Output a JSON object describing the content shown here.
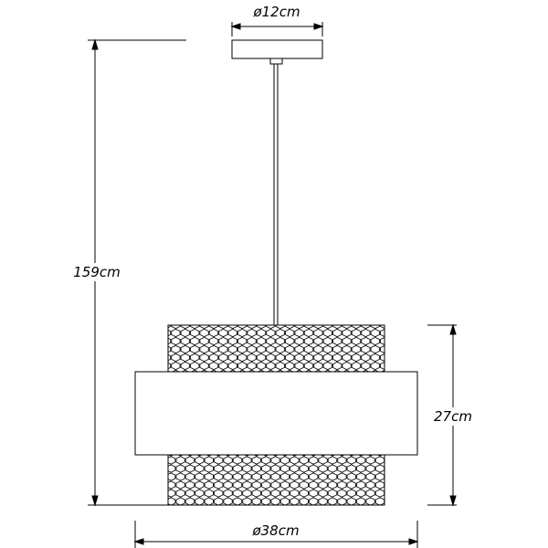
{
  "dimensions": {
    "canopy_diameter": "ø12cm",
    "total_height": "159cm",
    "shade_height": "27cm",
    "shade_diameter": "ø38cm"
  }
}
